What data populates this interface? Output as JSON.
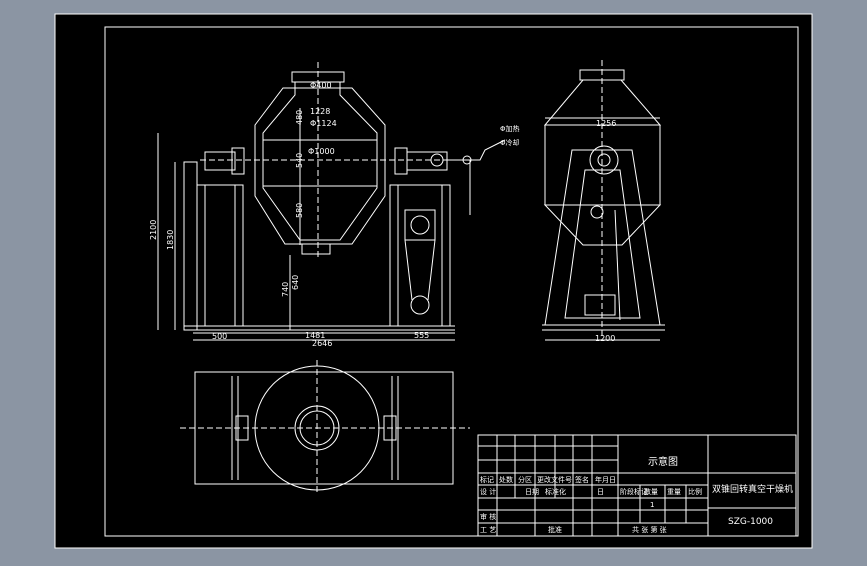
{
  "colors": {
    "frame_bg": "#8b95a3",
    "paper": "#000000",
    "line": "#ffffff",
    "accent": "#d0d0d0"
  },
  "dimensions": {
    "top_flange": "Φ400",
    "d1": "1228",
    "d2": "Φ1124",
    "d3": "Φ1000",
    "v480": "480",
    "v540": "540",
    "v580": "580",
    "h2100": "2100",
    "h1830": "1830",
    "h740": "740",
    "h640": "640",
    "w500": "500",
    "w1481": "1481",
    "w555": "555",
    "w2646": "2646",
    "side_top": "1256",
    "side_base": "1200",
    "label_a": "Φ加热",
    "label_b": "Φ冷却"
  },
  "title_block": {
    "drawing_title": "示意图",
    "machine_name": "双锥回转真空干燥机",
    "model": "SZG-1000",
    "hdr_mark": "标记",
    "hdr_count": "处数",
    "hdr_zone": "分区",
    "hdr_doc": "更改文件号",
    "hdr_sign": "签名",
    "hdr_date": "年月日",
    "row_design": "设 计",
    "row_std": "标准化",
    "row_check": "审 核",
    "row_process": "工 艺",
    "row_approve": "批准",
    "stage_label": "阶段标记",
    "weight_label": "重量",
    "scale_label": "比例",
    "qty_label": "数量",
    "qty_value": "1",
    "sheets": "共  张  第  张",
    "date_lbl": "日期",
    "ri": "日"
  }
}
